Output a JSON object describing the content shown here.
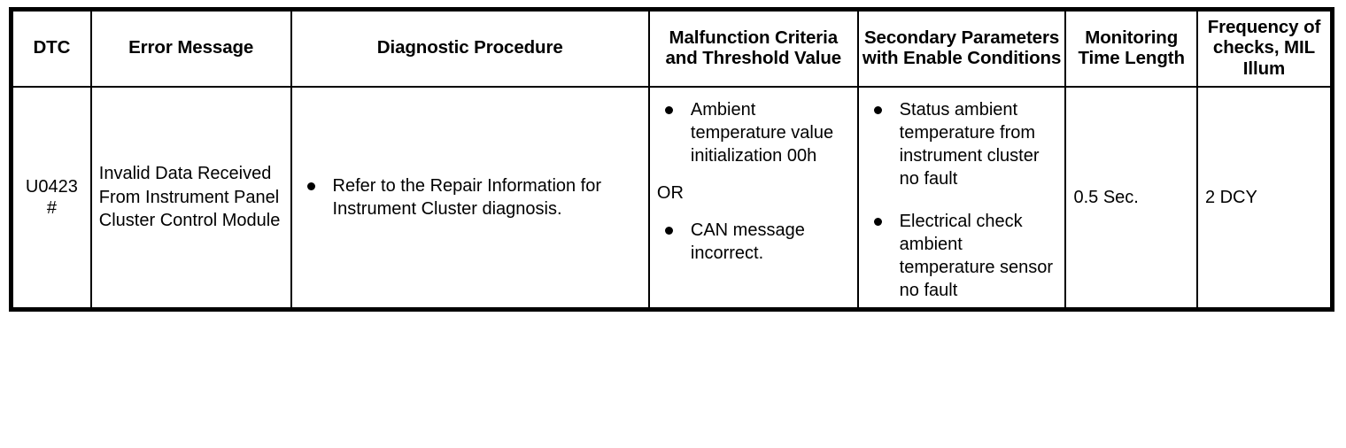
{
  "table": {
    "headers": [
      {
        "id": "dtc",
        "label": "DTC"
      },
      {
        "id": "error_message",
        "label": "Error Message"
      },
      {
        "id": "diagnostic_procedure",
        "label": "Diagnostic Procedure"
      },
      {
        "id": "malfunction_criteria",
        "label": "Malfunction Criteria and Threshold Value"
      },
      {
        "id": "secondary_parameters",
        "label": "Secondary Parameters with Enable Conditions"
      },
      {
        "id": "monitoring_time",
        "label": "Monitoring Time Length"
      },
      {
        "id": "frequency",
        "label": "Frequency of checks, MIL Illum"
      }
    ],
    "row": {
      "dtc": {
        "code": "U0423",
        "marker": "#"
      },
      "error_message": "Invalid Data Received From Instrument Panel Cluster Control Module",
      "diagnostic_procedure": {
        "bullets": [
          "Refer to the Repair Information for Instrument Cluster diagnosis."
        ]
      },
      "malfunction_criteria": {
        "bullets_before": [
          "Ambient temperature value initialization 00h"
        ],
        "separator": "OR",
        "bullets_after": [
          "CAN message incorrect."
        ]
      },
      "secondary_parameters": {
        "bullets": [
          "Status ambient temperature from instrument cluster no fault",
          "Electrical check ambient temperature sensor no fault"
        ]
      },
      "monitoring_time": "0.5 Sec.",
      "frequency": "2 DCY"
    }
  },
  "colors": {
    "border": "#000000",
    "text": "#000000",
    "background": "#ffffff"
  }
}
